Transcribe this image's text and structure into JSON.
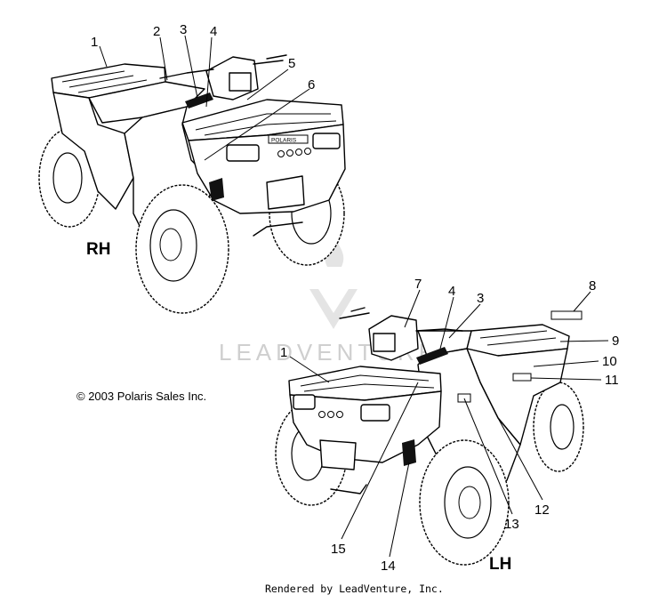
{
  "side_labels": {
    "rh": "RH",
    "lh": "LH"
  },
  "callouts_rh": [
    "1",
    "2",
    "3",
    "4",
    "5",
    "6"
  ],
  "callouts_lh": [
    "7",
    "4",
    "3",
    "8",
    "9",
    "10",
    "11",
    "1",
    "12",
    "13",
    "14",
    "15"
  ],
  "copyright": "© 2003 Polaris Sales Inc.",
  "footer": "Rendered by LeadVenture, Inc.",
  "watermark": "LEADVENTURE",
  "brand_badge": "POLARIS",
  "colors": {
    "line": "#000000",
    "background": "#ffffff",
    "watermark": "#cfcfcf"
  }
}
